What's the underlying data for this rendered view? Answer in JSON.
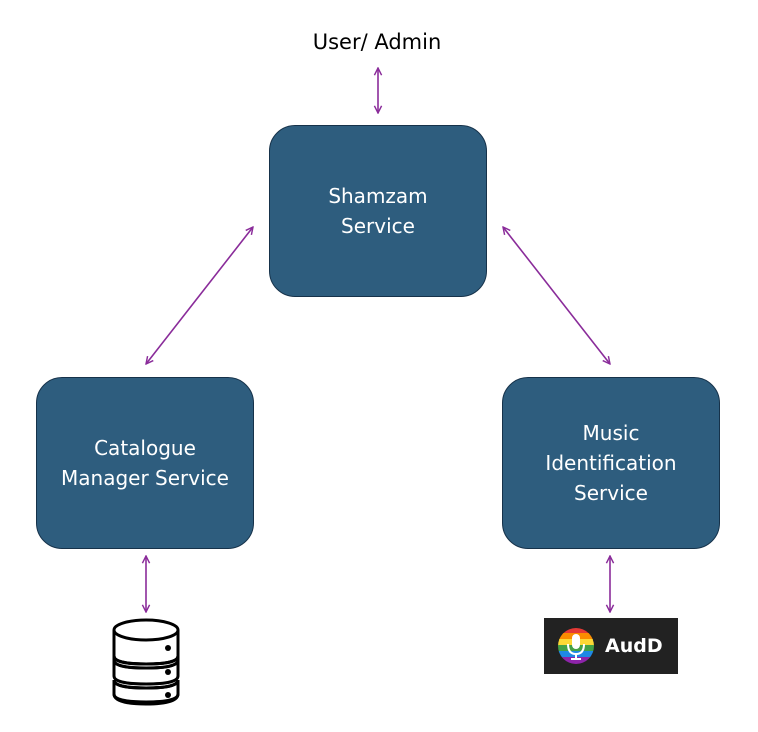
{
  "user_label": "User/ Admin",
  "services": {
    "shamzam": {
      "lines": [
        "Shamzam",
        "Service"
      ]
    },
    "catalogue": {
      "lines": [
        "Catalogue",
        "Manager Service"
      ]
    },
    "music": {
      "lines": [
        "Music",
        "Identification",
        "Service"
      ]
    }
  },
  "audd_logo": {
    "text": "AudD"
  },
  "icons": {
    "database": "database-icon",
    "audd": "audd-logo-icon"
  },
  "colors": {
    "box_fill": "#2e5d7e",
    "box_border": "#16324a",
    "arrow": "#8a2c9a",
    "logo_bg": "#222222"
  }
}
